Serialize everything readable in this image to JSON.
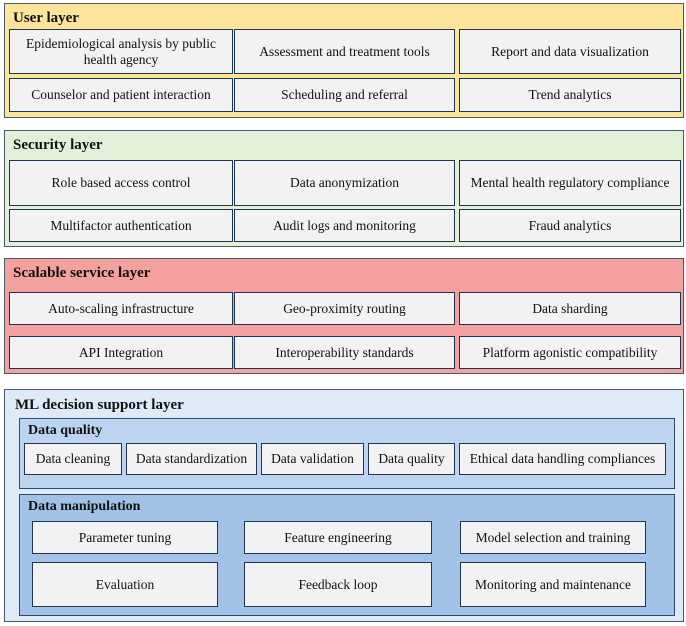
{
  "layers": [
    {
      "title": "User layer",
      "color": "#fce49a",
      "rows": [
        [
          "Epidemiological analysis by public health agency",
          "Assessment and treatment tools",
          "Report and data visualization"
        ],
        [
          "Counselor and patient interaction",
          "Scheduling and referral",
          "Trend analytics"
        ]
      ]
    },
    {
      "title": "Security layer",
      "color": "#e3f0d8",
      "rows": [
        [
          "Role based access control",
          "Data anonymization",
          "Mental health regulatory compliance"
        ],
        [
          "Multifactor authentication",
          "Audit logs and monitoring",
          "Fraud analytics"
        ]
      ]
    },
    {
      "title": "Scalable service layer",
      "color": "#f4a09e",
      "rows": [
        [
          "Auto-scaling infrastructure",
          "Geo-proximity routing",
          "Data sharding"
        ],
        [
          "API Integration",
          "Interoperability standards",
          "Platform agonistic compatibility"
        ]
      ]
    },
    {
      "title": "ML decision support layer",
      "color": "#deeaf7",
      "sections": [
        {
          "title": "Data quality",
          "color": "#bcd4ef",
          "items": [
            "Data cleaning",
            "Data standardization",
            "Data validation",
            "Data quality",
            "Ethical data handling compliances"
          ]
        },
        {
          "title": "Data manipulation",
          "color": "#a2c1e6",
          "rows": [
            [
              "Parameter tuning",
              "Feature engineering",
              "Model selection and training"
            ],
            [
              "Evaluation",
              "Feedback loop",
              "Monitoring and maintenance"
            ]
          ]
        }
      ]
    }
  ]
}
